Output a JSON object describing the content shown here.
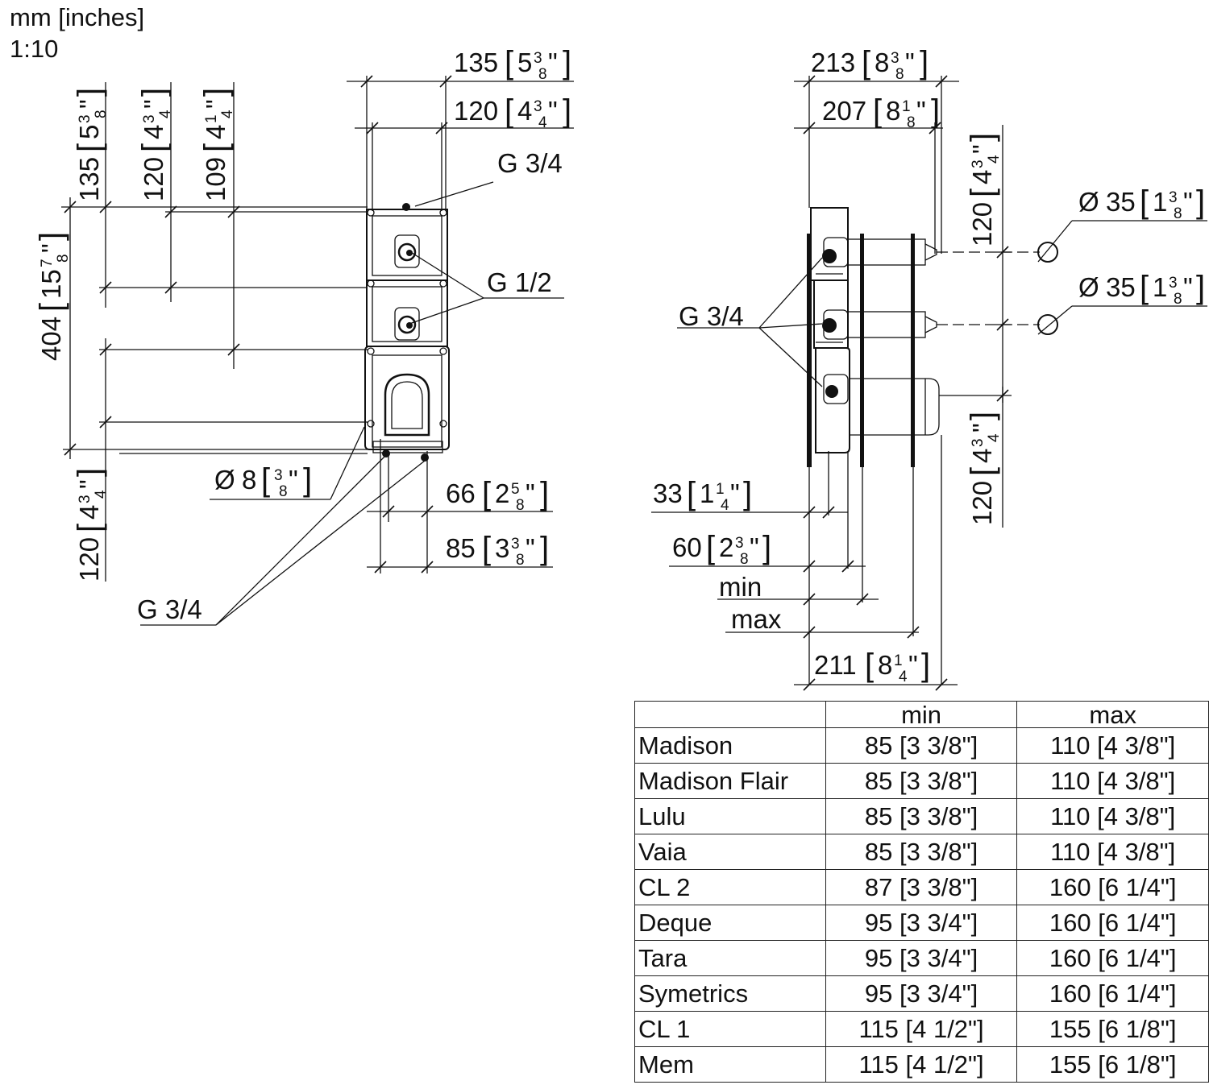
{
  "header": {
    "units": "mm [inches]",
    "scale": "1:10"
  },
  "front_view": {
    "dims": {
      "w135": {
        "mm": "135",
        "whole": "5",
        "num": "3",
        "den": "8"
      },
      "w120": {
        "mm": "120",
        "whole": "4",
        "num": "3",
        "den": "4"
      },
      "v135": {
        "mm": "135",
        "whole": "5",
        "num": "3",
        "den": "8"
      },
      "v120": {
        "mm": "120",
        "whole": "4",
        "num": "3",
        "den": "4"
      },
      "v109": {
        "mm": "109",
        "whole": "4",
        "num": "1",
        "den": "4"
      },
      "v404": {
        "mm": "404",
        "whole": "15",
        "num": "7",
        "den": "8"
      },
      "v120b": {
        "mm": "120",
        "whole": "4",
        "num": "3",
        "den": "4"
      },
      "d8": {
        "mm": "8",
        "whole": "",
        "num": "3",
        "den": "8"
      },
      "w66": {
        "mm": "66",
        "whole": "2",
        "num": "5",
        "den": "8"
      },
      "w85": {
        "mm": "85",
        "whole": "3",
        "num": "3",
        "den": "8"
      }
    },
    "labels": {
      "g34_top": "G 3/4",
      "g12": "G 1/2",
      "g34_bottom": "G 3/4",
      "diameter": "Ø"
    }
  },
  "side_view": {
    "dims": {
      "w213": {
        "mm": "213",
        "whole": "8",
        "num": "3",
        "den": "8"
      },
      "w207": {
        "mm": "207",
        "whole": "8",
        "num": "1",
        "den": "8"
      },
      "v120a": {
        "mm": "120",
        "whole": "4",
        "num": "3",
        "den": "4"
      },
      "v120b": {
        "mm": "120",
        "whole": "4",
        "num": "3",
        "den": "4"
      },
      "d35a": {
        "mm": "35",
        "whole": "1",
        "num": "3",
        "den": "8"
      },
      "d35b": {
        "mm": "35",
        "whole": "1",
        "num": "3",
        "den": "8"
      },
      "w33": {
        "mm": "33",
        "whole": "1",
        "num": "1",
        "den": "4"
      },
      "w60": {
        "mm": "60",
        "whole": "2",
        "num": "3",
        "den": "8"
      },
      "w211": {
        "mm": "211",
        "whole": "8",
        "num": "1",
        "den": "4"
      }
    },
    "labels": {
      "g34": "G 3/4",
      "min": "min",
      "max": "max",
      "diameter": "Ø"
    }
  },
  "table": {
    "columns": [
      "",
      "min",
      "max"
    ],
    "rows": [
      {
        "model": "Madison",
        "min": "85 [3 3/8\"]",
        "max": "110 [4 3/8\"]"
      },
      {
        "model": "Madison Flair",
        "min": "85 [3 3/8\"]",
        "max": "110 [4 3/8\"]"
      },
      {
        "model": "Lulu",
        "min": "85 [3 3/8\"]",
        "max": "110 [4 3/8\"]"
      },
      {
        "model": "Vaia",
        "min": "85 [3 3/8\"]",
        "max": "110 [4 3/8\"]"
      },
      {
        "model": "CL 2",
        "min": "87 [3 3/8\"]",
        "max": "160 [6 1/4\"]"
      },
      {
        "model": "Deque",
        "min": "95 [3 3/4\"]",
        "max": "160 [6 1/4\"]"
      },
      {
        "model": "Tara",
        "min": "95 [3 3/4\"]",
        "max": "160 [6 1/4\"]"
      },
      {
        "model": "Symetrics",
        "min": "95 [3 3/4\"]",
        "max": "160 [6 1/4\"]"
      },
      {
        "model": "CL 1",
        "min": "115 [4 1/2\"]",
        "max": "155 [6 1/8\"]"
      },
      {
        "model": "Mem",
        "min": "115 [4 1/2\"]",
        "max": "155 [6 1/8\"]"
      }
    ]
  }
}
